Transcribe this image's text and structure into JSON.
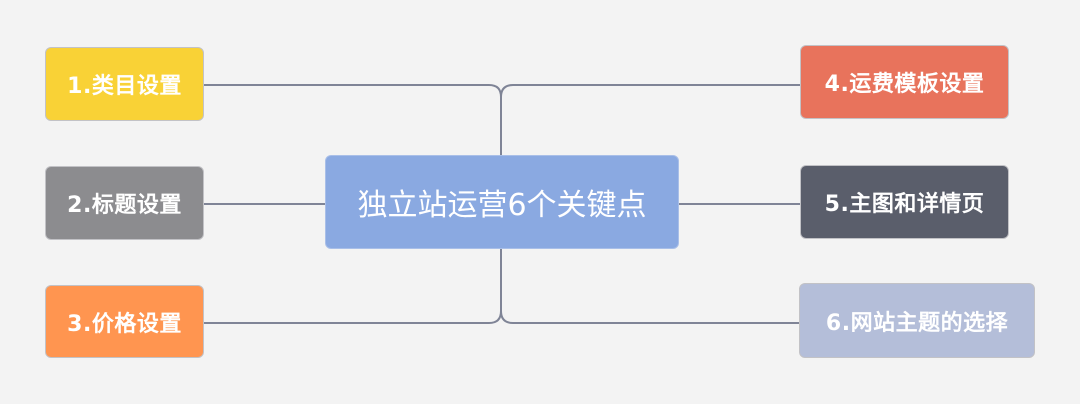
{
  "diagram": {
    "type": "mind-map",
    "background_color": "#f3f3f3",
    "line_color": "#7f8496",
    "center": {
      "label": "独立站运营6个关键点",
      "color": "#8aa9e1"
    },
    "nodes": [
      {
        "label": "1.类目设置",
        "color": "#f9d236",
        "side": "left"
      },
      {
        "label": "2.标题设置",
        "color": "#8c8c8f",
        "side": "left"
      },
      {
        "label": "3.价格设置",
        "color": "#ff9550",
        "side": "left"
      },
      {
        "label": "4.运费模板设置",
        "color": "#e8735c",
        "side": "right"
      },
      {
        "label": "5.主图和详情页",
        "color": "#5a5e6b",
        "side": "right"
      },
      {
        "label": "6.网站主题的选择",
        "color": "#b4bed9",
        "side": "right"
      }
    ]
  }
}
